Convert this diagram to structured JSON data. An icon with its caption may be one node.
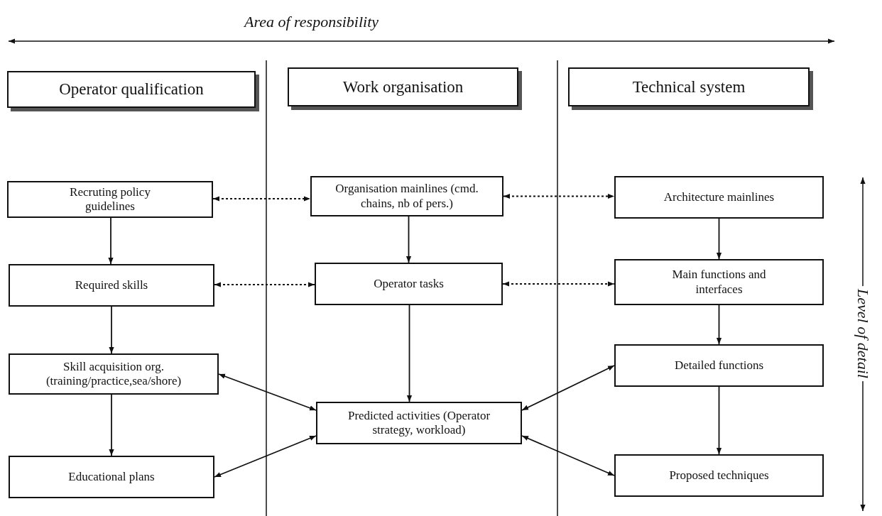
{
  "diagram": {
    "nodes": [
      {
        "text": [
          "Operator qualification"
        ]
      },
      {
        "text": [
          "Work organisation"
        ]
      },
      {
        "text": [
          "Technical system"
        ]
      },
      {
        "text": [
          "Recruting policy guidelines"
        ]
      },
      {
        "text": [
          "Organisation mainlines (cmd. chains, nb of pers.)"
        ]
      },
      {
        "text": [
          "Architecture mainlines"
        ]
      },
      {
        "text": [
          "Required skills"
        ]
      },
      {
        "text": [
          "Operator tasks"
        ]
      },
      {
        "text": [
          "Main functions and interfaces"
        ]
      },
      {
        "text": [
          "Skill acquisition org. (training/practice,sea/shore)"
        ]
      },
      {
        "text": [
          "Predicted activities (Operator strategy, workload)"
        ]
      },
      {
        "text": [
          "Detailed functions"
        ]
      },
      {
        "text": [
          "Educational plans"
        ]
      },
      {
        "text": [
          "Proposed techniques"
        ]
      }
    ],
    "edges": [
      {
        "from": 3,
        "to": 6,
        "arrow": "to"
      },
      {
        "from": 6,
        "to": 9,
        "arrow": "to"
      },
      {
        "from": 9,
        "to": 12,
        "arrow": "to"
      },
      {
        "from": 4,
        "to": 7,
        "arrow": "to"
      },
      {
        "from": 7,
        "to": 10,
        "arrow": "to"
      },
      {
        "from": 5,
        "to": 8,
        "arrow": "to"
      },
      {
        "from": 8,
        "to": 11,
        "arrow": "to"
      },
      {
        "from": 11,
        "to": 13,
        "arrow": "to"
      },
      {
        "from": 3,
        "to": 4,
        "arrow": "both",
        "style": "dashed"
      },
      {
        "from": 4,
        "to": 5,
        "arrow": "both",
        "style": "dashed"
      },
      {
        "from": 6,
        "to": 7,
        "arrow": "both",
        "style": "dashed"
      },
      {
        "from": 7,
        "to": 8,
        "arrow": "both",
        "style": "dashed"
      },
      {
        "from": 9,
        "to": 10,
        "arrow": "both"
      },
      {
        "from": 12,
        "to": 10,
        "arrow": "both"
      },
      {
        "from": 10,
        "to": 11,
        "arrow": "both"
      },
      {
        "from": 10,
        "to": 13,
        "arrow": "both"
      }
    ],
    "labels": [
      "Area of responsibility",
      "Level of detail"
    ]
  }
}
